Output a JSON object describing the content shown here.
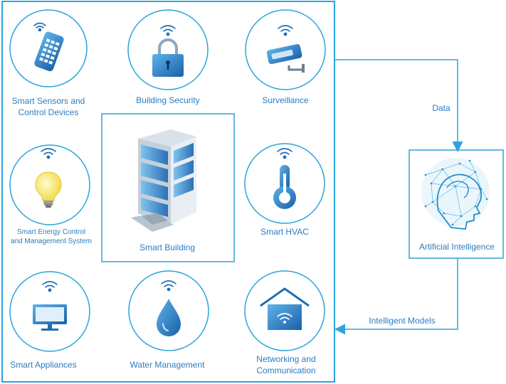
{
  "items": {
    "sensors": "Smart Sensors and\nControl Devices",
    "security": "Building Security",
    "surveillance": "Surveillance",
    "energy": "Smart Energy Control\nand Management System",
    "hvac": "Smart HVAC",
    "appliances": "Smart Appliances",
    "water": "Water Management",
    "networking": "Networking and\nCommunication",
    "center": "Smart Building"
  },
  "ai_label": "Artificial Intelligence",
  "flows": {
    "data": "Data",
    "models": "Intelligent Models"
  },
  "colors": {
    "line": "#2aa4db",
    "text": "#2b7cc0",
    "icon": "#1f6fb8"
  }
}
